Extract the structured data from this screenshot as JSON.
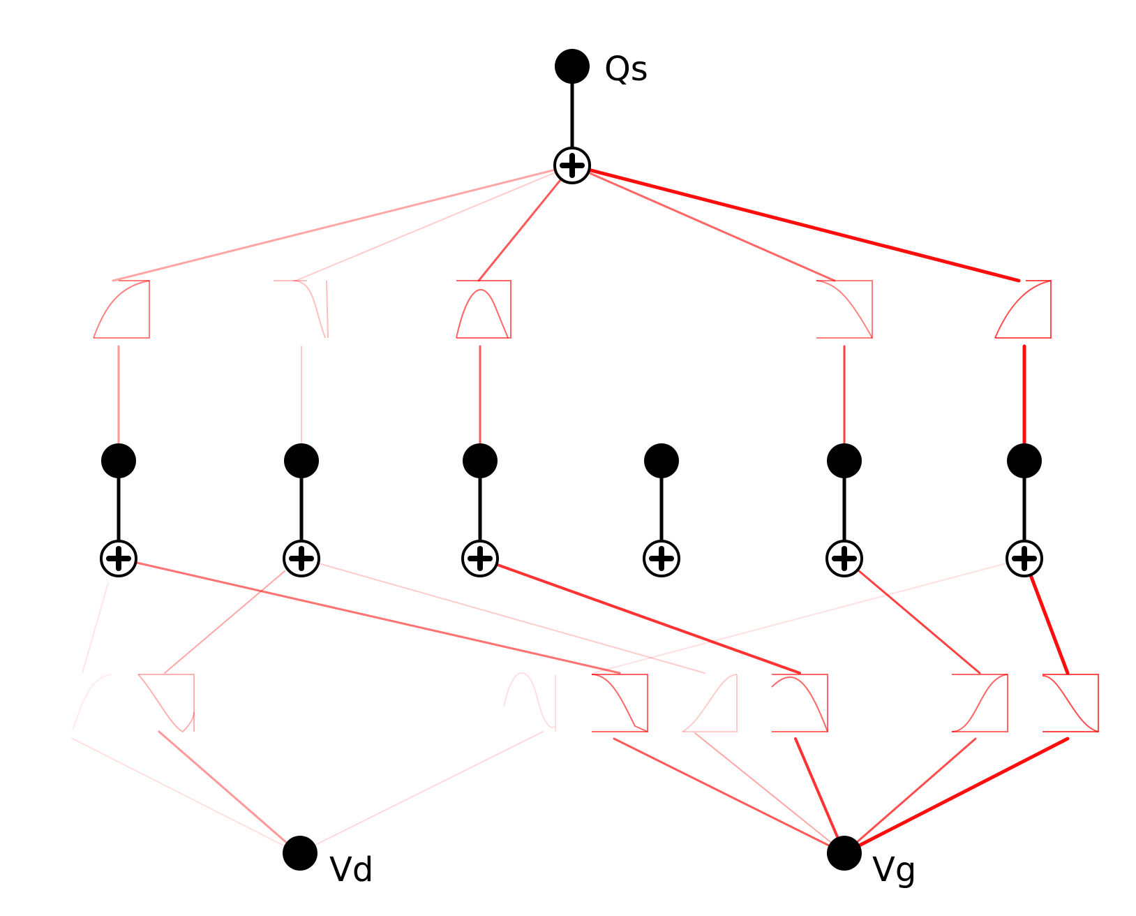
{
  "diagram": {
    "labels": {
      "output": "Qs",
      "input_drain": "Vd",
      "input_gate": "Vg"
    },
    "colors": {
      "edge": "#ff0000",
      "node": "#000000",
      "background": "#ffffff"
    },
    "icons": {
      "node": "filled-circle",
      "sum": "circled-plus",
      "activation": "activation-curve-box"
    }
  }
}
